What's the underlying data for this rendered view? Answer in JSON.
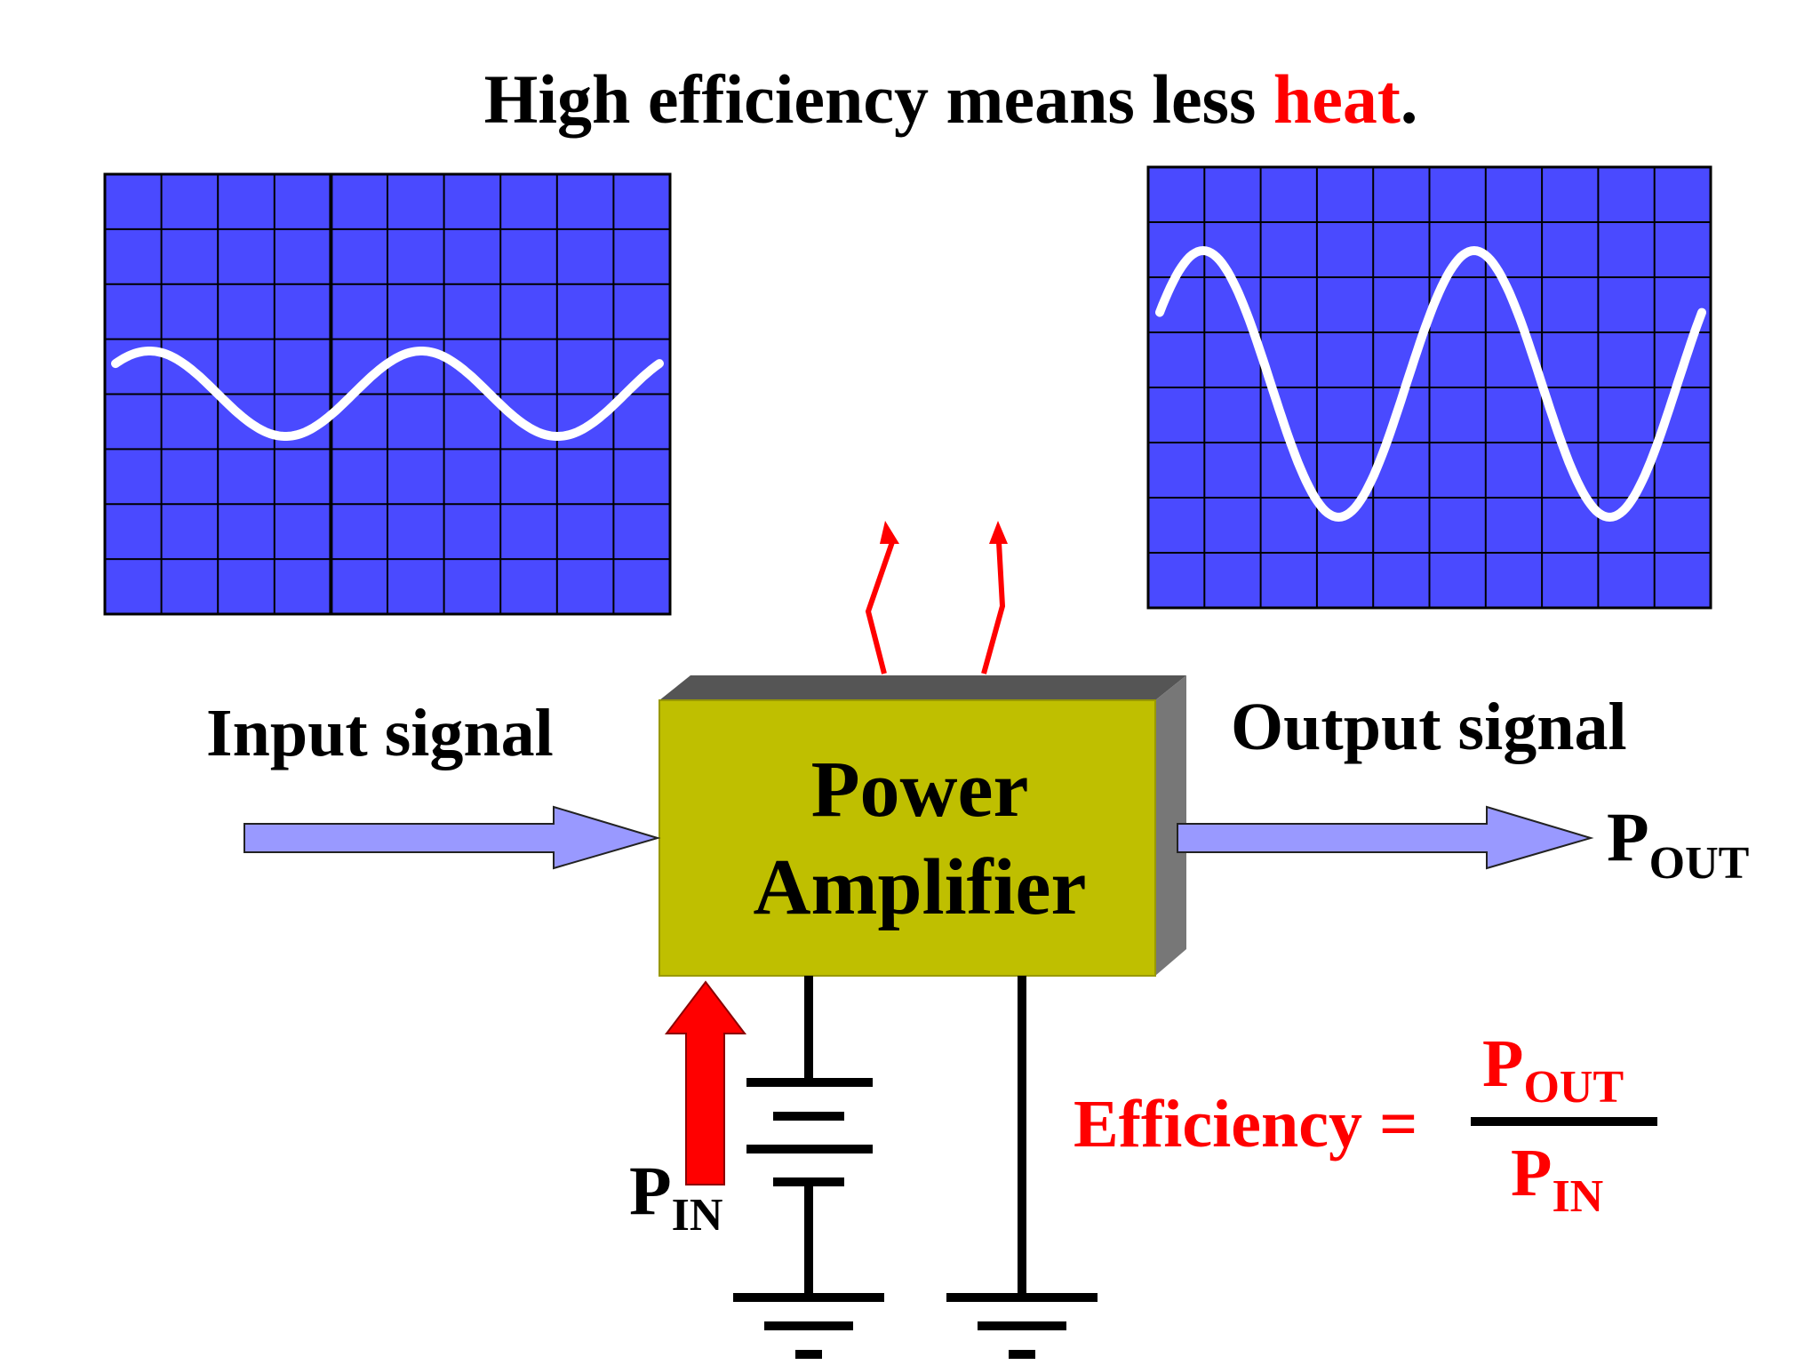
{
  "title": {
    "before": "High efficiency means less ",
    "highlight": "heat",
    "after": "."
  },
  "amplifier": {
    "line1": "Power",
    "line2": "Amplifier"
  },
  "labels": {
    "input": "Input signal",
    "output": "Output signal"
  },
  "p_out": {
    "main": "P",
    "sub": "OUT"
  },
  "p_in": {
    "main": "P",
    "sub": "IN"
  },
  "efficiency": {
    "label": "Efficiency =",
    "numerator_main": "P",
    "numerator_sub": "OUT",
    "denominator_main": "P",
    "denominator_sub": "IN"
  },
  "waveforms": {
    "input_amplitude": "small",
    "output_amplitude": "large",
    "cycles": 2
  },
  "colors": {
    "accent_red": "#ff0000",
    "screen_blue": "#4a4aff",
    "amplifier_body": "#bfbf00",
    "signal_arrow": "#9999ff"
  }
}
